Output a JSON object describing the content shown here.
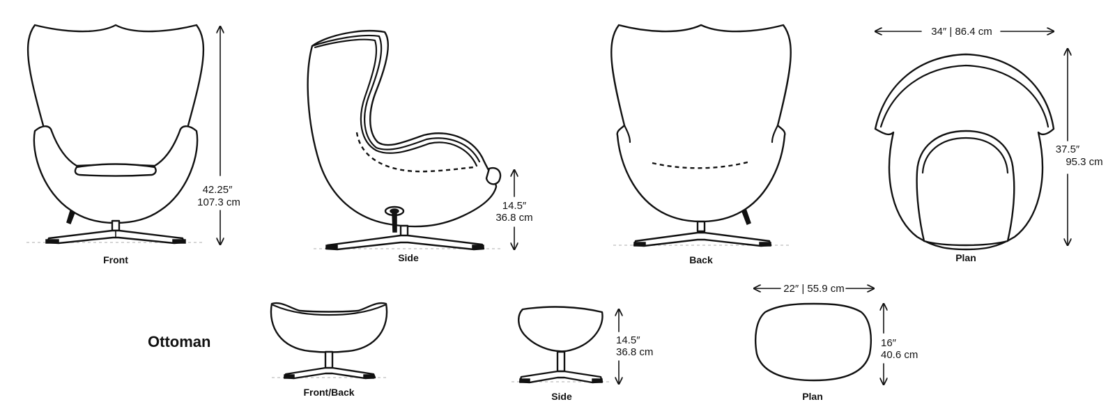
{
  "views": {
    "front": "Front",
    "side": "Side",
    "back": "Back",
    "plan": "Plan"
  },
  "dimensions": {
    "height_in": "42.25″",
    "height_cm": "107.3 cm",
    "seat_in": "14.5″",
    "seat_cm": "36.8 cm",
    "width": "34″ | 86.4 cm",
    "depth_in": "37.5″",
    "depth_cm": "95.3 cm"
  },
  "ottoman": {
    "title": "Ottoman",
    "views": {
      "front_back": "Front/Back",
      "side": "Side",
      "plan": "Plan"
    },
    "dimensions": {
      "height_in": "14.5″",
      "height_cm": "36.8 cm",
      "width": "22″ | 55.9 cm",
      "depth_in": "16″",
      "depth_cm": "40.6 cm"
    }
  }
}
